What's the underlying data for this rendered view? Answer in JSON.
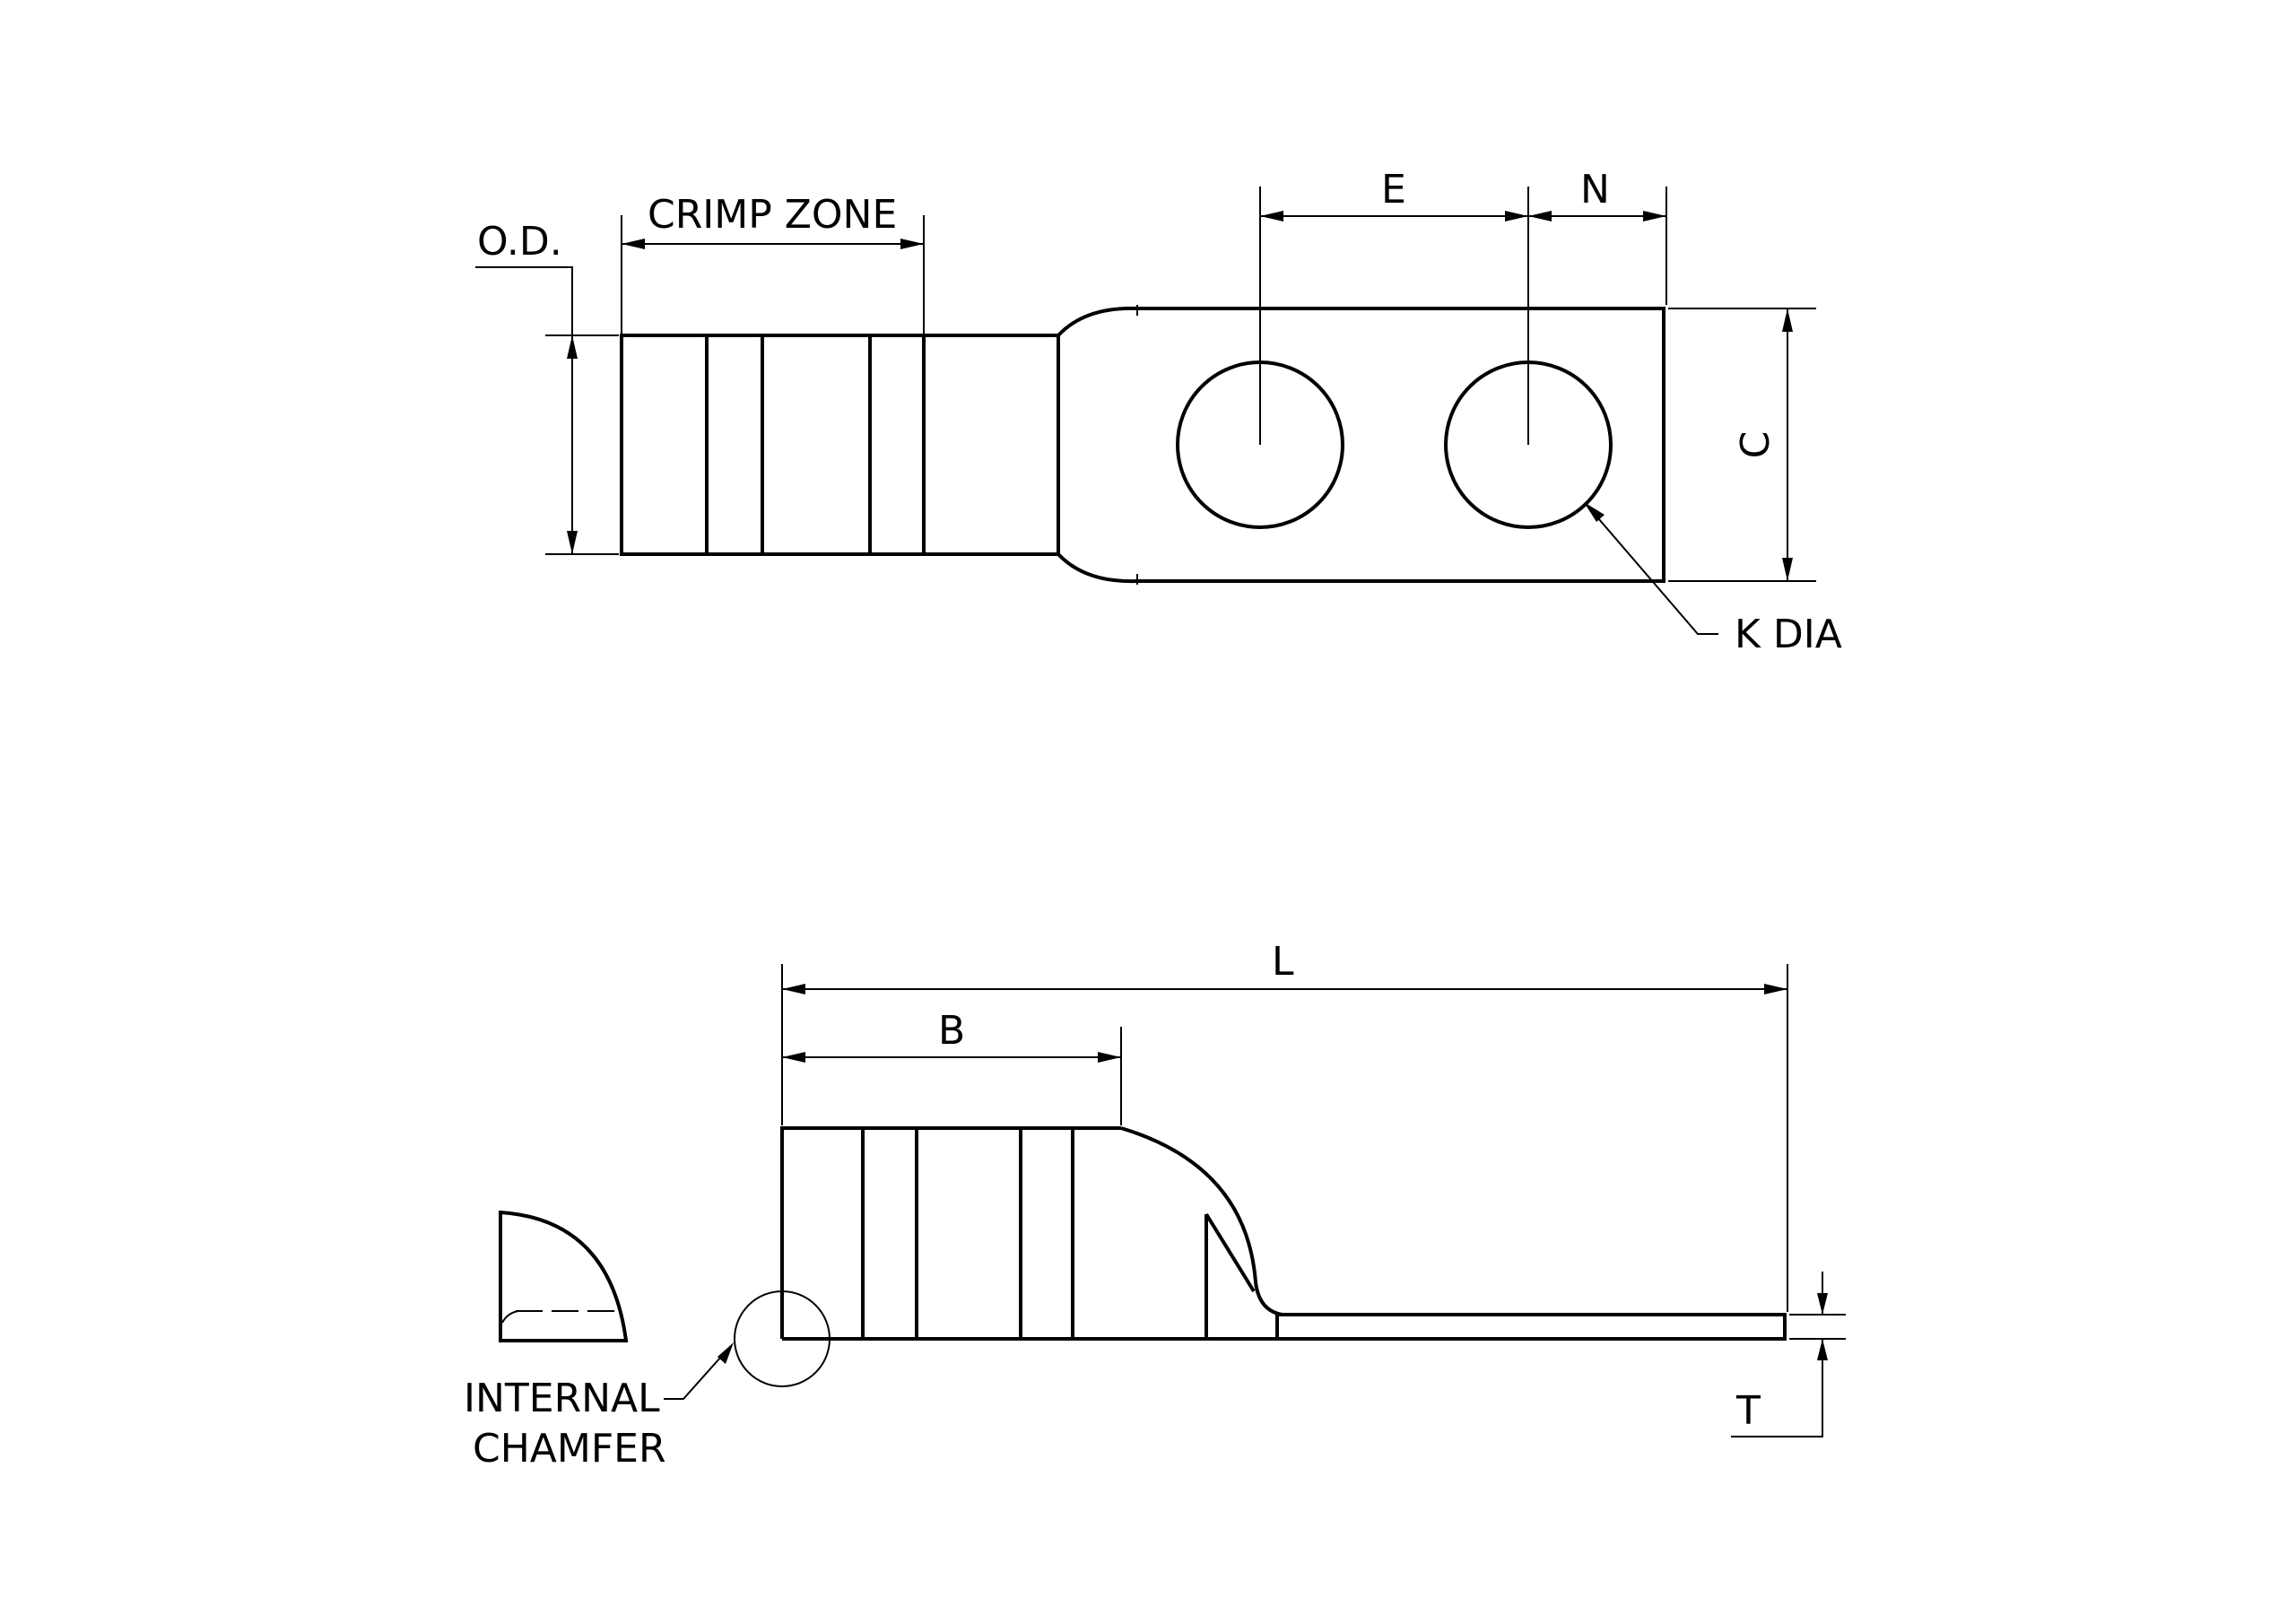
{
  "labels": {
    "od": "O.D.",
    "crimp_zone": "CRIMP ZONE",
    "e": "E",
    "n": "N",
    "c": "C",
    "k_dia": "K DIA",
    "l": "L",
    "b": "B",
    "t": "T",
    "internal": "INTERNAL",
    "chamfer": "CHAMFER"
  }
}
